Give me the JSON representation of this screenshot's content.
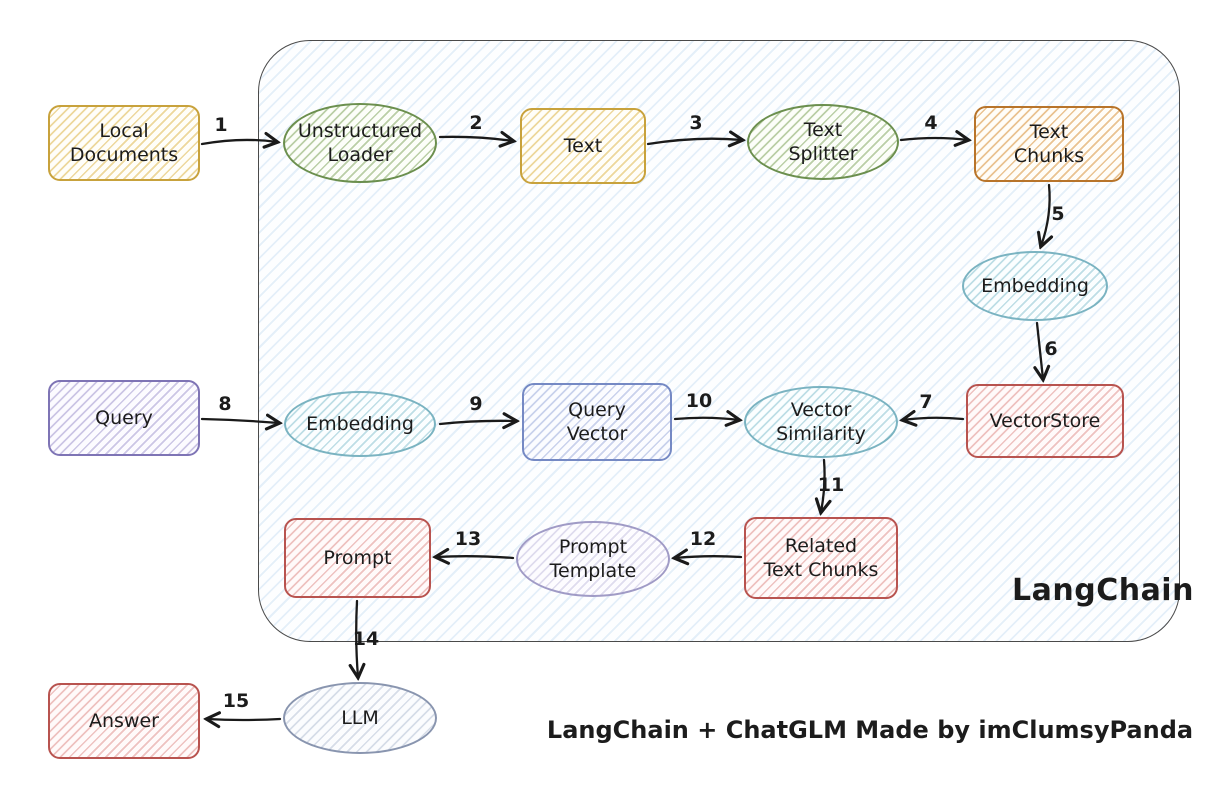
{
  "diagram": {
    "langchain_label": "LangChain",
    "caption": "LangChain + ChatGLM Made by imClumsyPanda",
    "nodes": {
      "local_documents": "Local\nDocuments",
      "unstructured_loader": "Unstructured\nLoader",
      "text": "Text",
      "text_splitter": "Text\nSplitter",
      "text_chunks": "Text\nChunks",
      "embedding_store": "Embedding",
      "vectorstore": "VectorStore",
      "vector_similarity": "Vector\nSimilarity",
      "query_vector": "Query\nVector",
      "embedding_query": "Embedding",
      "query": "Query",
      "related_text_chunks": "Related\nText Chunks",
      "prompt_template": "Prompt\nTemplate",
      "prompt": "Prompt",
      "llm": "LLM",
      "answer": "Answer"
    },
    "edges": [
      {
        "label": "1",
        "from": "Local Documents",
        "to": "Unstructured Loader"
      },
      {
        "label": "2",
        "from": "Unstructured Loader",
        "to": "Text"
      },
      {
        "label": "3",
        "from": "Text",
        "to": "Text Splitter"
      },
      {
        "label": "4",
        "from": "Text Splitter",
        "to": "Text Chunks"
      },
      {
        "label": "5",
        "from": "Text Chunks",
        "to": "Embedding"
      },
      {
        "label": "6",
        "from": "Embedding",
        "to": "VectorStore"
      },
      {
        "label": "7",
        "from": "VectorStore",
        "to": "Vector Similarity"
      },
      {
        "label": "8",
        "from": "Query",
        "to": "Embedding"
      },
      {
        "label": "9",
        "from": "Embedding",
        "to": "Query Vector"
      },
      {
        "label": "10",
        "from": "Query Vector",
        "to": "Vector Similarity"
      },
      {
        "label": "11",
        "from": "Vector Similarity",
        "to": "Related Text Chunks"
      },
      {
        "label": "12",
        "from": "Related Text Chunks",
        "to": "Prompt Template"
      },
      {
        "label": "13",
        "from": "Prompt Template",
        "to": "Prompt"
      },
      {
        "label": "14",
        "from": "Prompt",
        "to": "LLM"
      },
      {
        "label": "15",
        "from": "LLM",
        "to": "Answer"
      }
    ],
    "palette": {
      "yellow_border": "#c8a23c",
      "green_border": "#6b8f4e",
      "orange_border": "#b8742a",
      "teal_border": "#7ab3c1",
      "red_border": "#b8534f",
      "blue_border": "#7589c4",
      "purple_border": "#7e74b5",
      "lavender_border": "#a09bc6",
      "bluegray_border": "#8995af",
      "container_hatch": "#aacdeb",
      "arrow": "#1a1a1a"
    }
  }
}
